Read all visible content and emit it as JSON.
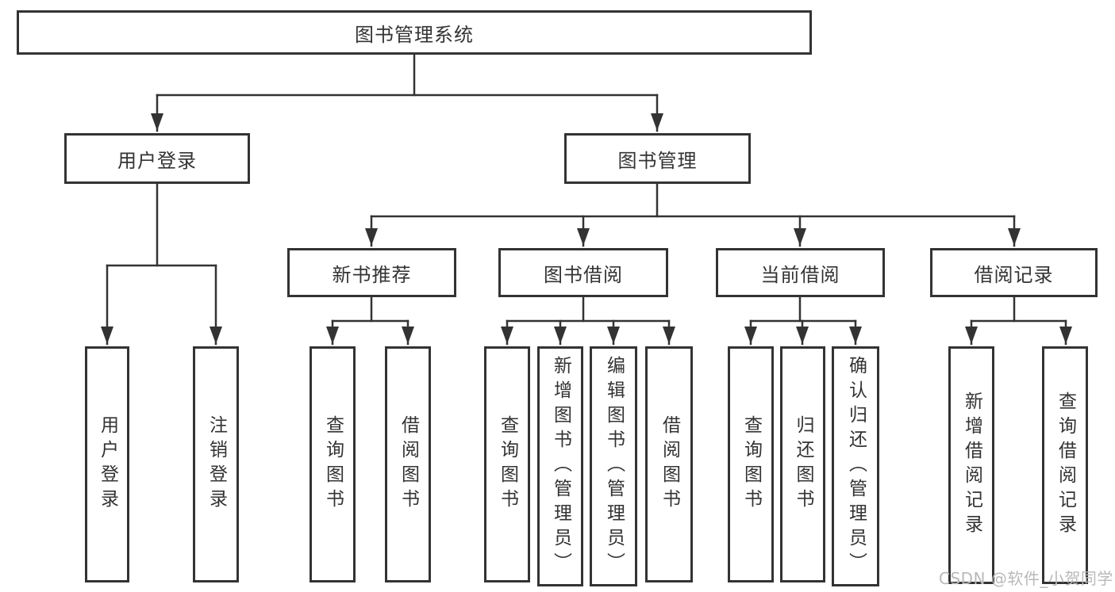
{
  "colors": {
    "line": "#333333",
    "text": "#333333",
    "watermark": "#b9b9b9",
    "background": "#ffffff"
  },
  "watermark": {
    "text": "CSDN @软件_小贺同学"
  },
  "tree": {
    "root": {
      "label": "图书管理系统"
    },
    "branches": [
      {
        "label": "用户登录",
        "children": [
          {
            "label": "用户登录"
          },
          {
            "label": "注销登录"
          }
        ]
      },
      {
        "label": "图书管理",
        "children": [
          {
            "label": "新书推荐",
            "children": [
              {
                "label": "查询图书"
              },
              {
                "label": "借阅图书"
              }
            ]
          },
          {
            "label": "图书借阅",
            "children": [
              {
                "label": "查询图书"
              },
              {
                "label": "新增图书（管理员）"
              },
              {
                "label": "编辑图书（管理员）"
              },
              {
                "label": "借阅图书"
              }
            ]
          },
          {
            "label": "当前借阅",
            "children": [
              {
                "label": "查询图书"
              },
              {
                "label": "归还图书"
              },
              {
                "label": "确认归还（管理员）"
              }
            ]
          },
          {
            "label": "借阅记录",
            "children": [
              {
                "label": "新增借阅记录"
              },
              {
                "label": "查询借阅记录"
              }
            ]
          }
        ]
      }
    ]
  }
}
